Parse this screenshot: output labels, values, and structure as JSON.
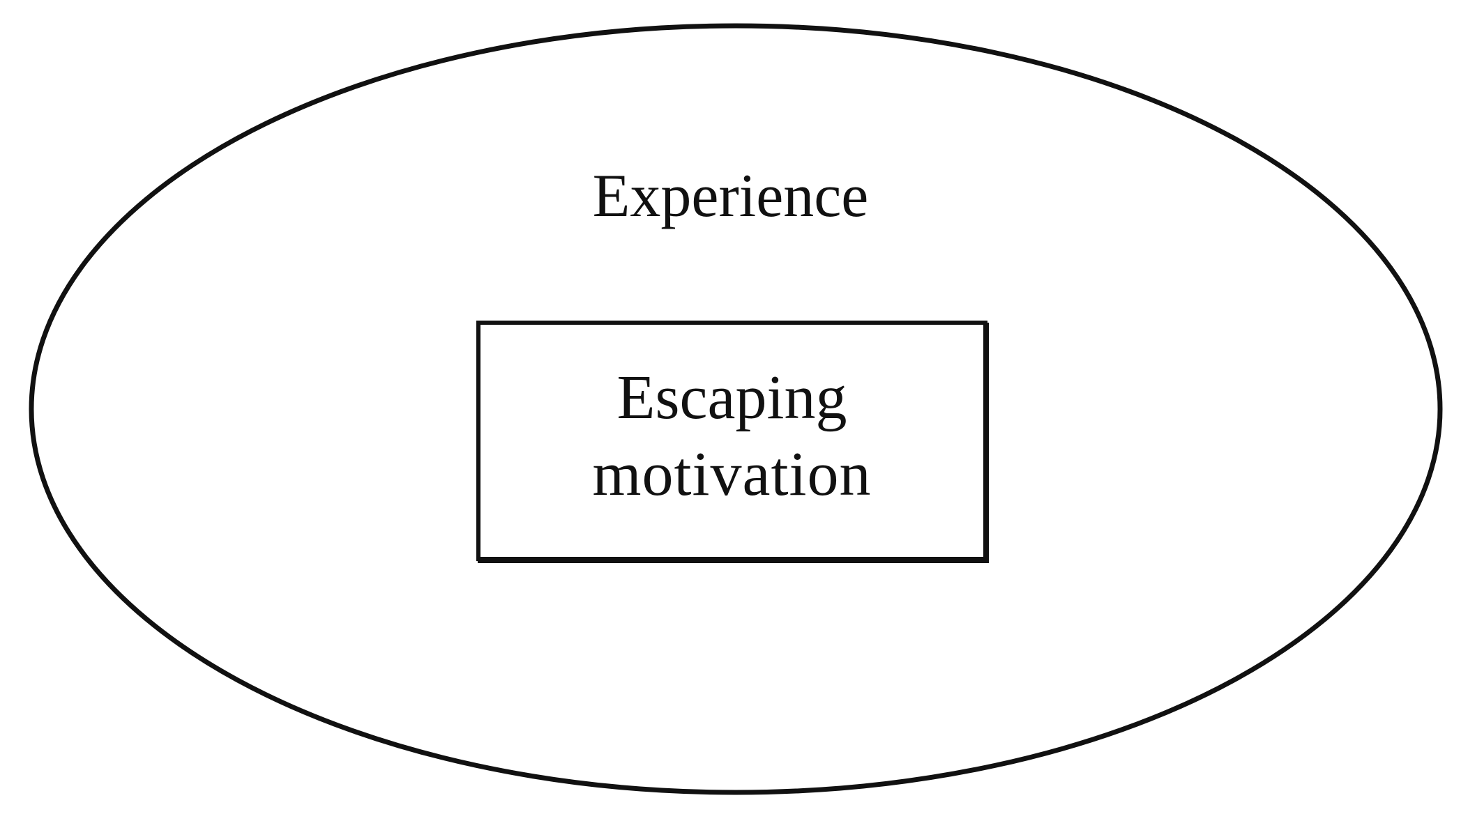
{
  "diagram": {
    "outer": {
      "label": "Experience",
      "shape": "ellipse"
    },
    "inner": {
      "lines": [
        "Escaping",
        "motivation"
      ],
      "shape": "rectangle"
    },
    "colors": {
      "stroke": "#111111",
      "background": "#ffffff"
    }
  }
}
